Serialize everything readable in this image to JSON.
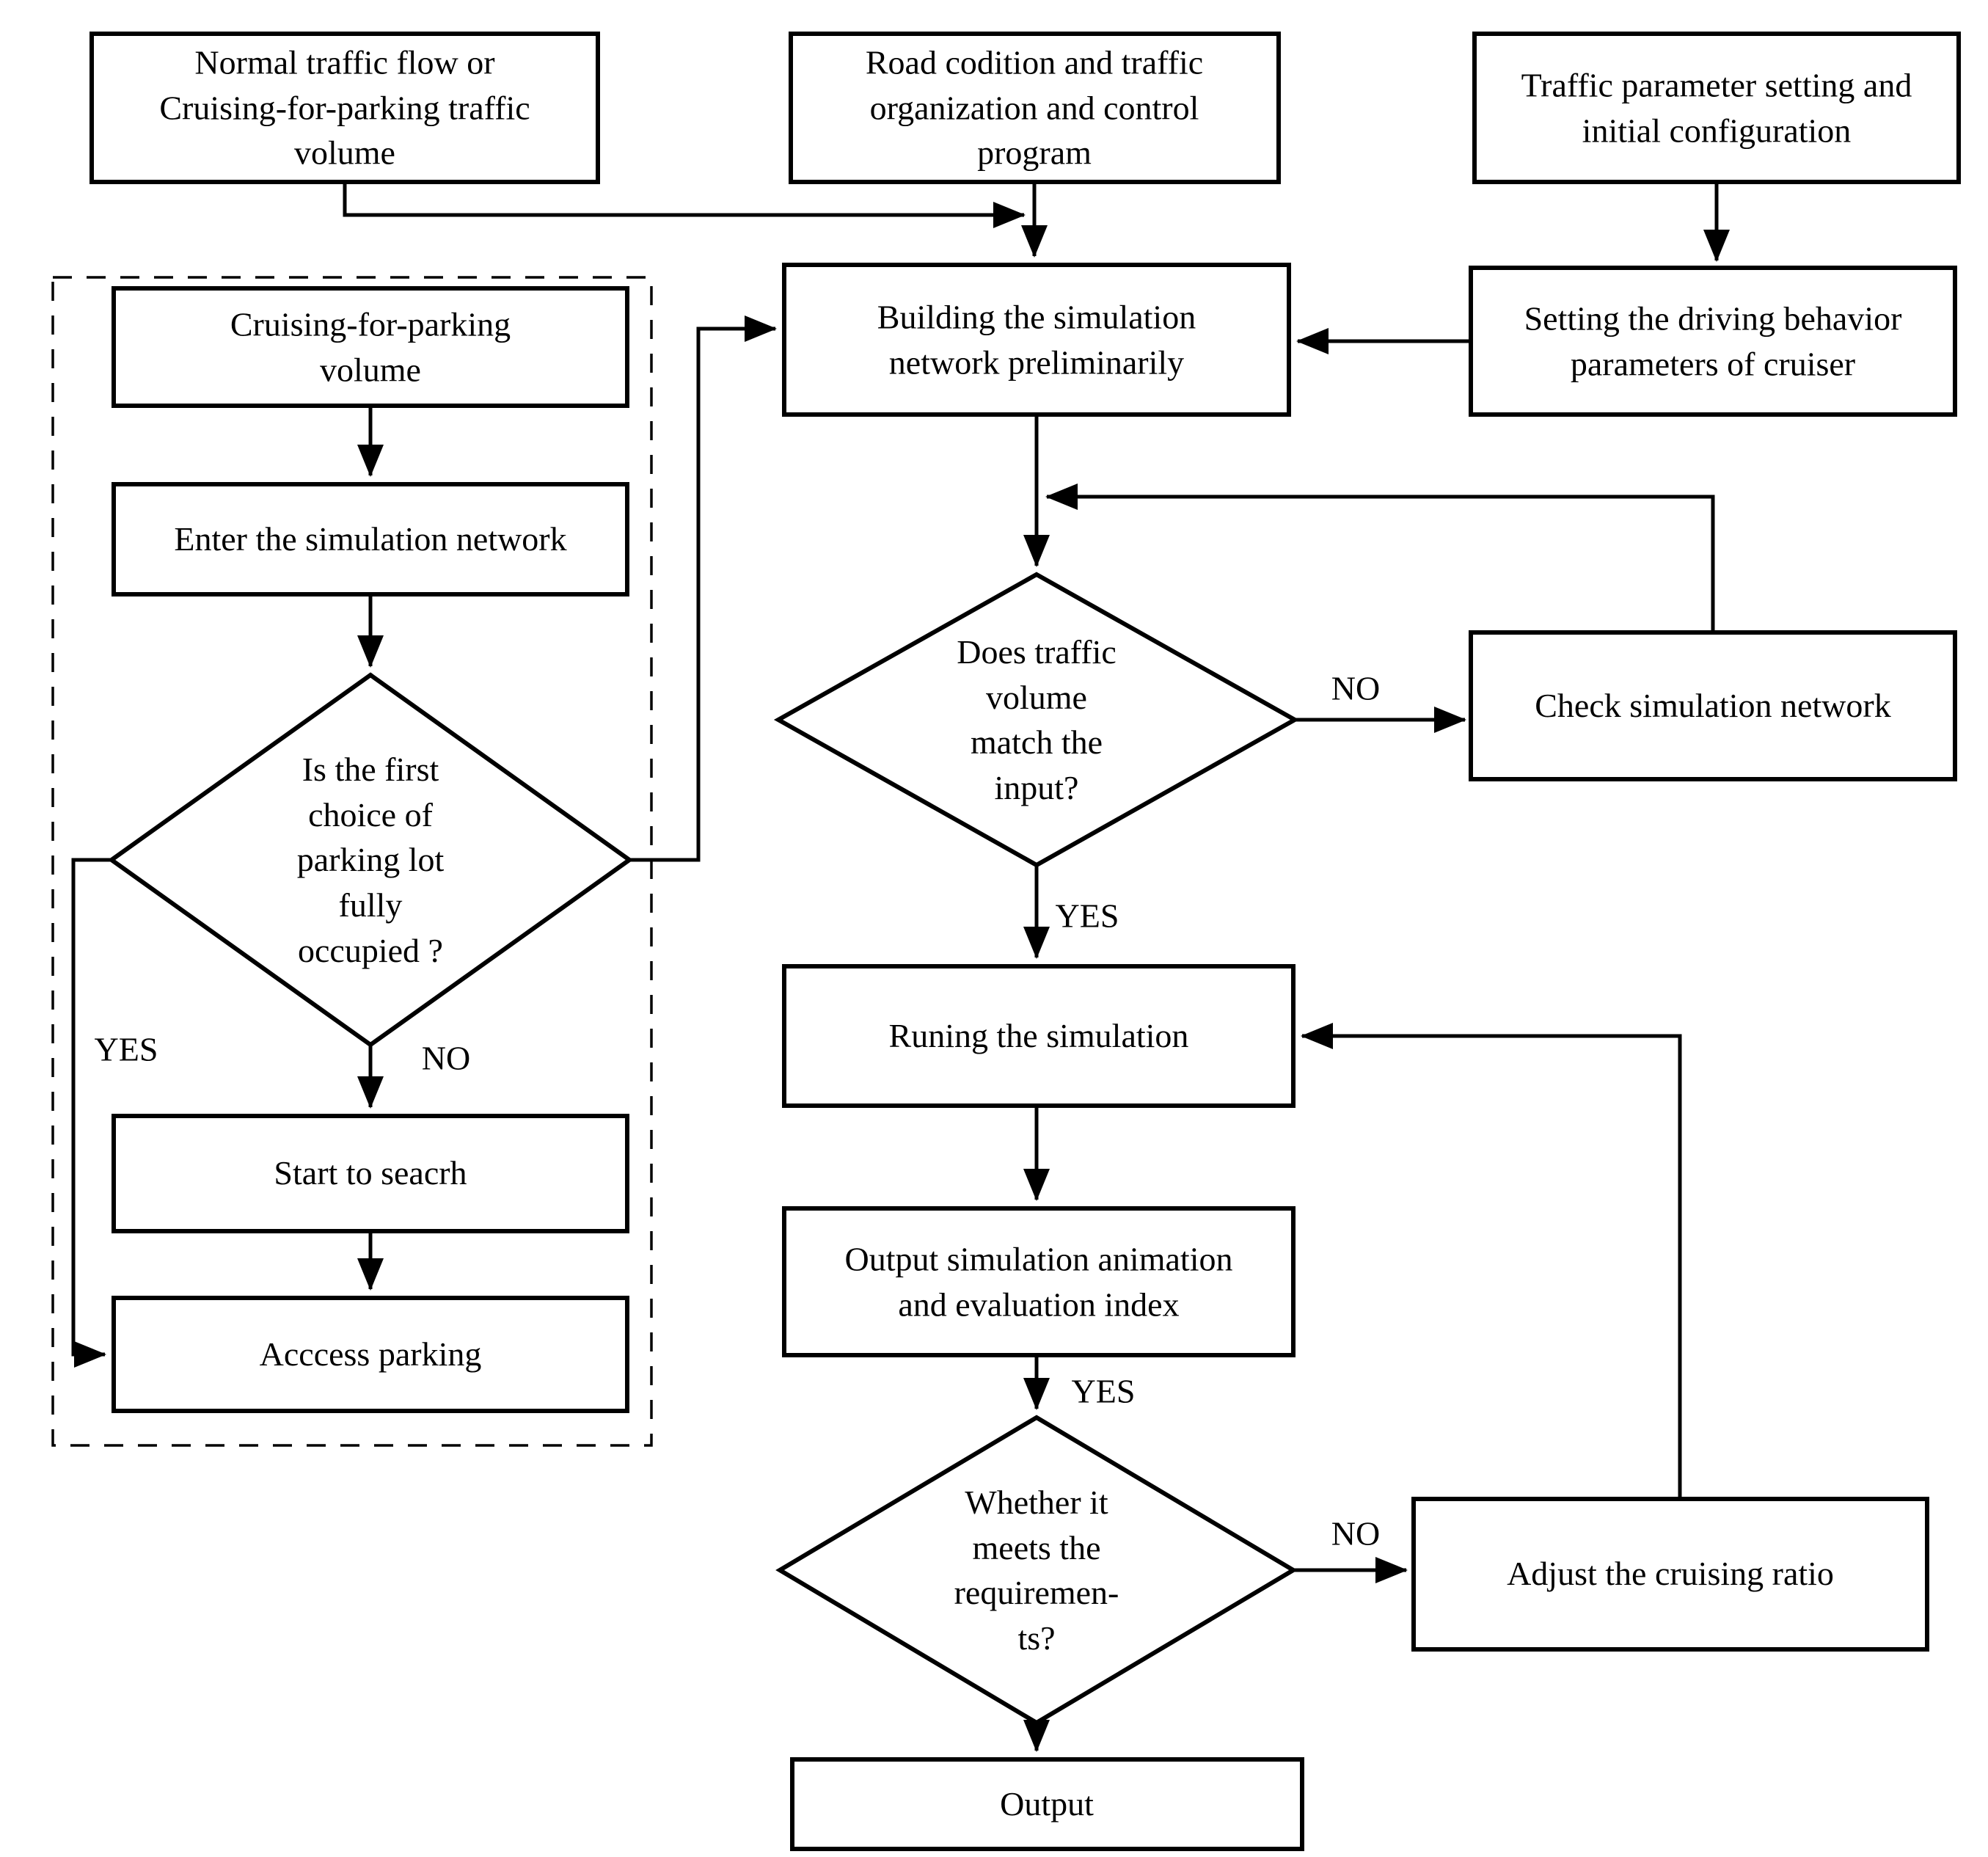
{
  "diagram_type": "flowchart",
  "colors": {
    "line": "#000000",
    "background": "#ffffff",
    "text": "#000000"
  },
  "nodes": {
    "normal_traffic": {
      "label": "Normal traffic flow or\nCruising-for-parking traffic\nvolume"
    },
    "road_condition": {
      "label": "Road codition and traffic\norganization and control\nprogram"
    },
    "traffic_param": {
      "label": "Traffic parameter setting and\ninitial configuration"
    },
    "building": {
      "label": "Building the simulation\nnetwork preliminarily"
    },
    "setting_behavior": {
      "label": "Setting the driving behavior\nparameters of cruiser"
    },
    "cruising_volume": {
      "label": "Cruising-for-parking\nvolume"
    },
    "enter_network": {
      "label": "Enter the simulation network"
    },
    "first_choice": {
      "label": "Is the first\nchoice of\nparking lot\nfully\noccupied ?"
    },
    "start_search": {
      "label": "Start to seacrh"
    },
    "access_parking": {
      "label": "Acccess parking"
    },
    "match_input": {
      "label": "Does traffic\nvolume\nmatch the\ninput?"
    },
    "check_network": {
      "label": "Check simulation network"
    },
    "runing": {
      "label": "Runing the simulation"
    },
    "output_sim": {
      "label": "Output simulation animation\nand evaluation index"
    },
    "meets_req": {
      "label": "Whether it\nmeets the\nrequiremen-\nts?"
    },
    "adjust_ratio": {
      "label": "Adjust the cruising ratio"
    },
    "output": {
      "label": "Output"
    }
  },
  "edge_labels": {
    "first_choice_yes": "YES",
    "first_choice_no": "NO",
    "match_input_no": "NO",
    "match_input_yes": "YES",
    "meets_req_yes": "YES",
    "meets_req_no": "NO"
  }
}
